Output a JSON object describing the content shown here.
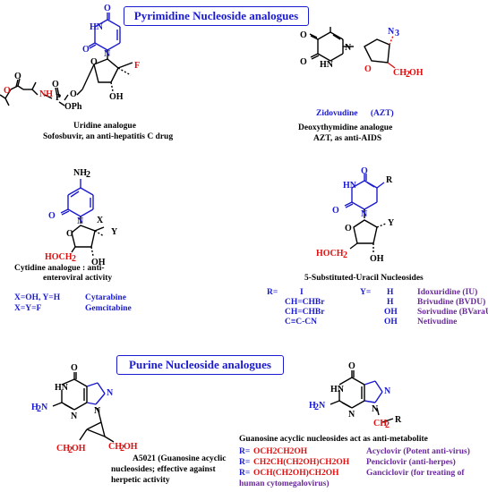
{
  "headers": {
    "pyrimidine": "Pyrimidine Nucleoside analogues",
    "purine": "Purine Nucleoside analogues"
  },
  "sofosbuvir": {
    "caption1": "Uridine analogue",
    "caption2": "Sofosbuvir, an anti-hepatitis C drug"
  },
  "azt": {
    "name": "Zidovudine",
    "abbr": "(AZT)",
    "caption1": "Deoxythymidine analogue",
    "caption2": "AZT,  as anti-AIDS"
  },
  "cytidine": {
    "caption1": "Cytidine analogue : anti-",
    "caption2": "enteroviral activity",
    "rows": [
      {
        "subst": "X=OH, Y=H",
        "drug": "Cytarabine"
      },
      {
        "subst": "X=Y=F",
        "drug": "Gemcitabine"
      }
    ]
  },
  "uracil5": {
    "caption": "5-Substituted-Uracil Nucleosides",
    "r_label": "R=",
    "y_label": "Y=",
    "rows": [
      {
        "r": "I",
        "y": "H",
        "drug": "Idoxuridine (IU)"
      },
      {
        "r": "CH=CHBr",
        "y": "H",
        "drug": "Brivudine (BVDU)"
      },
      {
        "r": "CH=CHBr",
        "y": "OH",
        "drug": "Sorivudine (BVaraU)"
      },
      {
        "r": "C≡C-CN",
        "y": "OH",
        "drug": "Netivudine"
      }
    ]
  },
  "a5021": {
    "caption1": "A5021 (Guanosine acyclic",
    "caption2": "nucleosides; effective against",
    "caption3": "herpetic activity"
  },
  "acyclic": {
    "caption": "Guanosine acyclic nucleosides act as anti-metabolite",
    "rows": [
      {
        "r_label": "R=",
        "r": "OCH2CH2OH",
        "drug": "Acyclovir (Potent anti-virus)"
      },
      {
        "r_label": "R=",
        "r": "CH2CH(CH2OH)CH2OH",
        "drug": "Penciclovir (anti-herpes)"
      },
      {
        "r_label": "R=",
        "r": "OCH(CH2OH)CH2OH",
        "drug": "Ganciclovir (for treating of"
      }
    ],
    "drug_cont": "human cytomegalovirus)"
  },
  "colors": {
    "blue": "#1a1ad0",
    "red": "#e01010",
    "purple": "#6a2a9a"
  }
}
